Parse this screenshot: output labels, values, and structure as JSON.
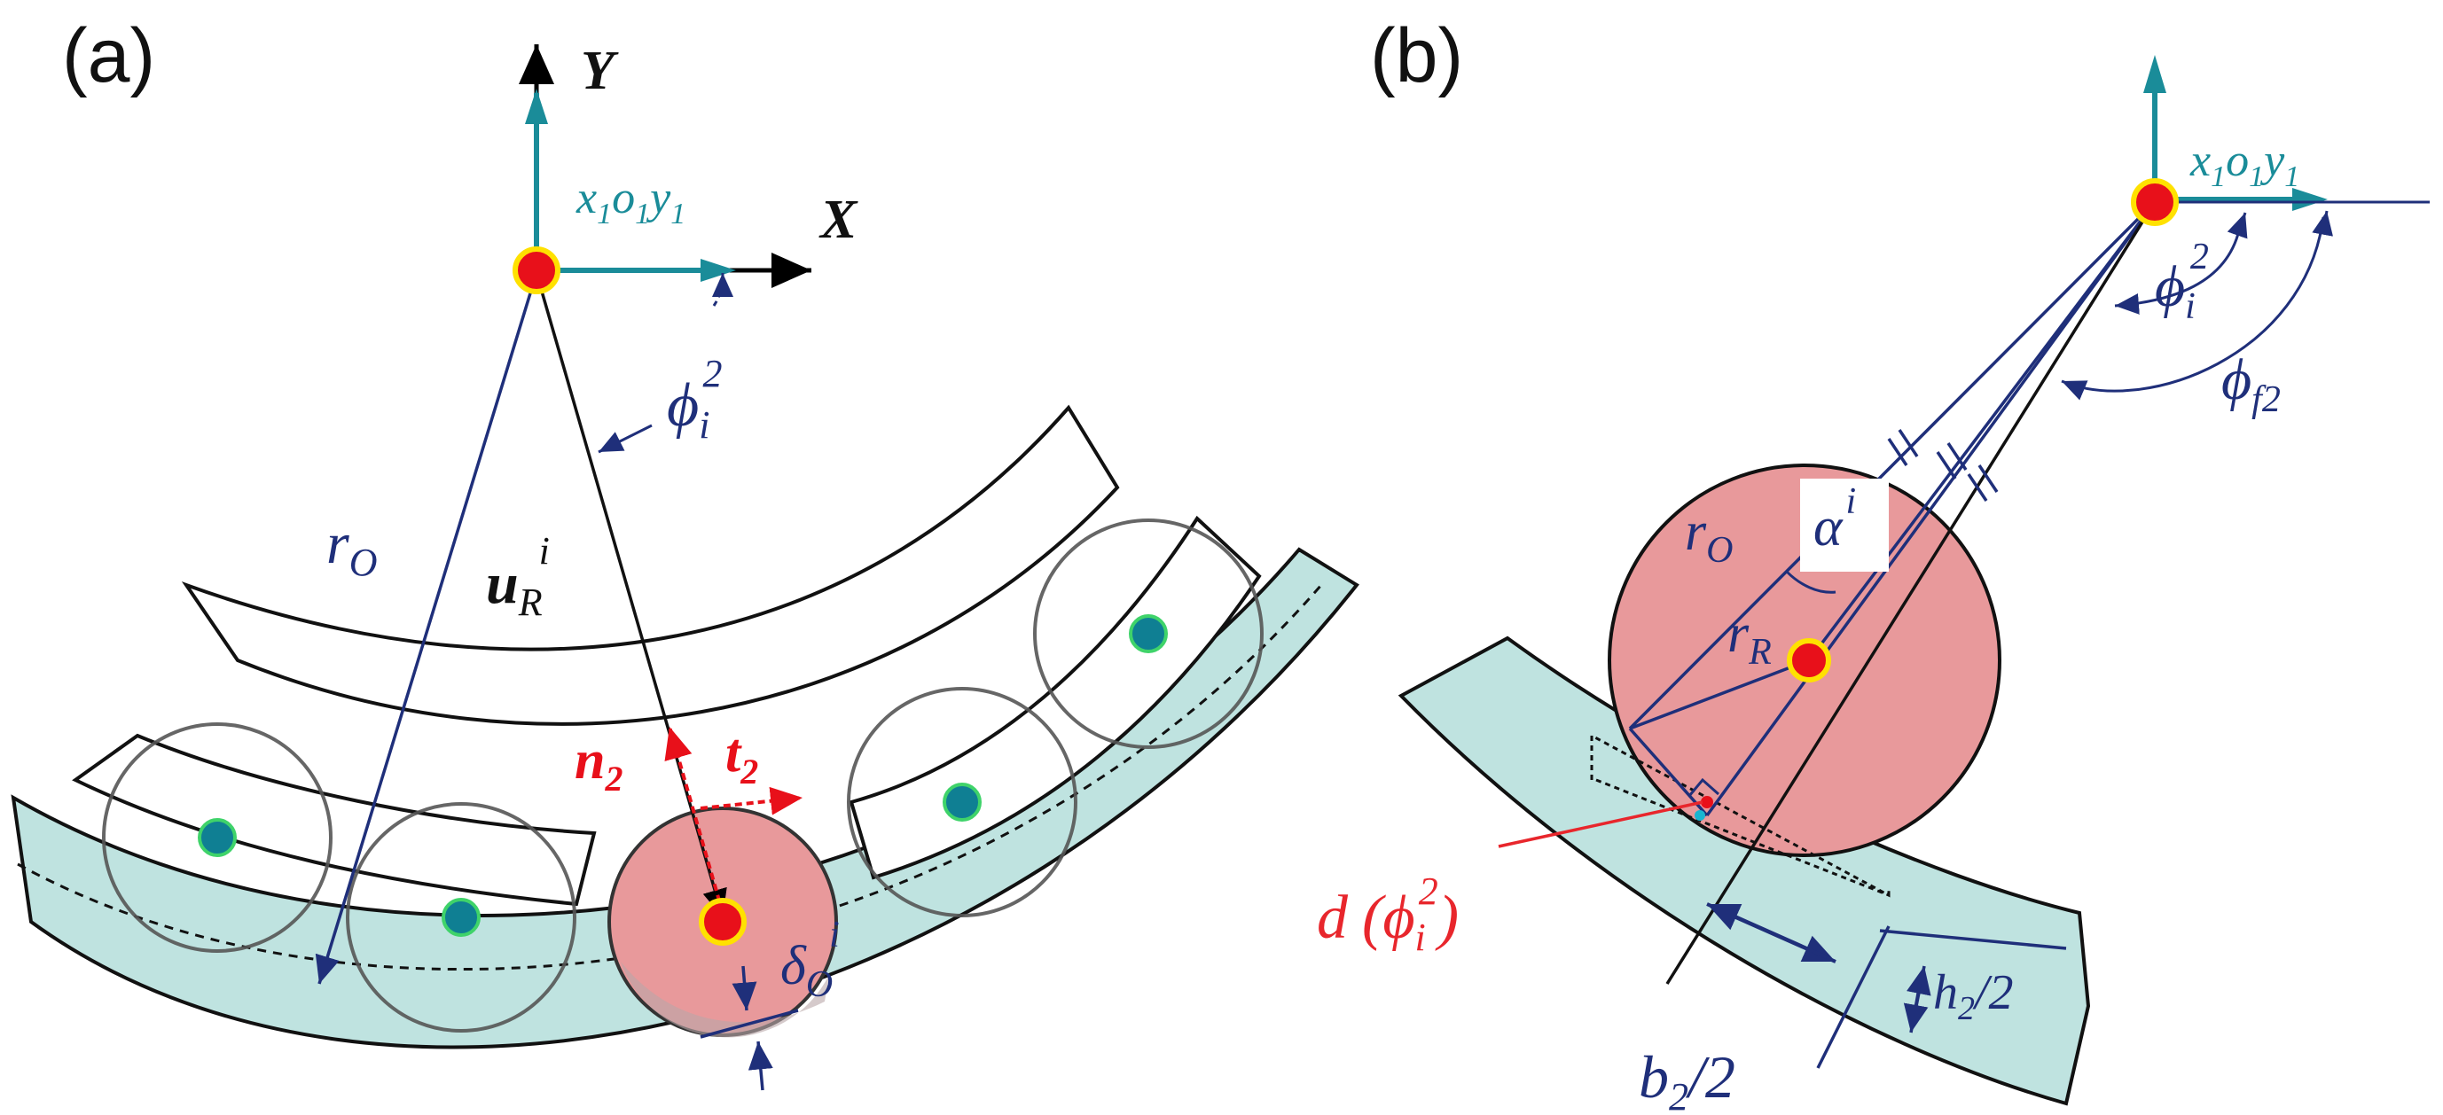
{
  "panel_a": {
    "label": "(a)",
    "axis_y": "Y",
    "axis_x": "X",
    "frame": {
      "x": "x",
      "x_sub": "1",
      "o": "o",
      "o_sub": "1",
      "y": "y",
      "y_sub": "1"
    },
    "phi": {
      "symbol": "ϕ",
      "sub": "i",
      "sup": "2"
    },
    "r_o": {
      "r": "r",
      "sub": "O"
    },
    "u_r": {
      "u": "u",
      "sub": "R",
      "sup": "i"
    },
    "n2": {
      "n": "n",
      "sub": "2"
    },
    "t2": {
      "t": "t",
      "sub": "2"
    },
    "delta": {
      "d": "δ",
      "sub": "O",
      "sup": "i"
    }
  },
  "panel_b": {
    "label": "(b)",
    "frame": {
      "x": "x",
      "x_sub": "1",
      "o": "o",
      "o_sub": "1",
      "y": "y",
      "y_sub": "1"
    },
    "phi_i": {
      "symbol": "ϕ",
      "sub": "i",
      "sup": "2"
    },
    "phi_f": {
      "symbol": "ϕ",
      "sub": "f2"
    },
    "r_o": {
      "r": "r",
      "sub": "O"
    },
    "alpha": {
      "a": "α",
      "sup": "i"
    },
    "r_r": {
      "r": "r",
      "sub": "R"
    },
    "d_phi": {
      "d": "d",
      "open": "(",
      "phi": "ϕ",
      "sub": "i",
      "sup": "2",
      "close": ")"
    },
    "b2": {
      "b": "b",
      "sub": "2",
      "rest": "/2"
    },
    "h2": {
      "h": "h",
      "sub": "2",
      "rest": "/2"
    }
  },
  "colors": {
    "navy": "#1f2f7a",
    "teal": "#1a8c99",
    "race_fill": "#bfe3e0",
    "roller_pink": "#e8999b",
    "red_dot": "#e8101a",
    "yellow_ring": "#ffe100",
    "red_label": "#e8262c"
  }
}
